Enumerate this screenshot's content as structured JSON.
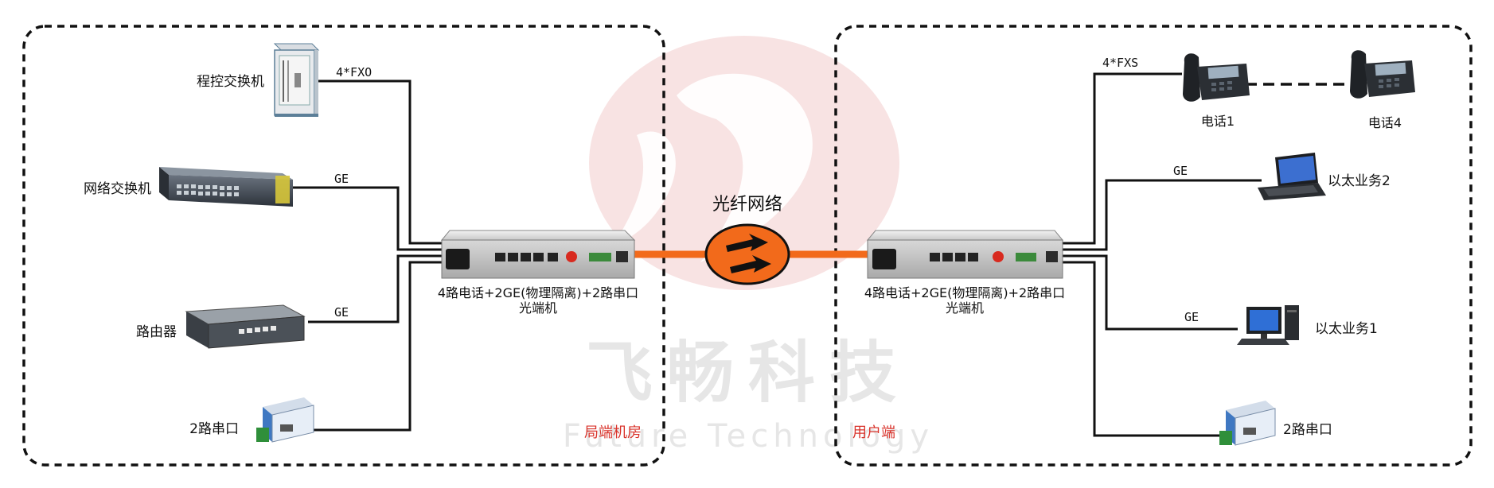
{
  "watermark": {
    "brand_cn": "飞畅科技",
    "brand_en": "Future Technology",
    "logo_color": "#f3d4d4"
  },
  "colors": {
    "fiber": "#f26a1b",
    "frame": "#111111",
    "zone_label": "#d9332b"
  },
  "network": {
    "label": "光纤网络",
    "icon": "fiber-network-arrows-icon"
  },
  "left_zone": {
    "name": "局端机房",
    "devices": [
      {
        "label": "程控交换机",
        "port": "4*FXO",
        "icon": "pbx-cabinet-icon"
      },
      {
        "label": "网络交换机",
        "port": "GE",
        "icon": "network-switch-icon"
      },
      {
        "label": "路由器",
        "port": "GE",
        "icon": "router-icon"
      },
      {
        "label": "2路串口",
        "port": "",
        "icon": "serial-converter-icon"
      }
    ],
    "converter": {
      "line1": "4路电话+2GE(物理隔离)+2路串口",
      "line2": "光端机"
    }
  },
  "right_zone": {
    "name": "用户端",
    "devices": [
      {
        "label": "电话1",
        "port": "4*FXS",
        "icon": "desk-phone-icon"
      },
      {
        "label": "电话4",
        "port": "",
        "icon": "desk-phone-icon"
      },
      {
        "label": "以太业务2",
        "port": "GE",
        "icon": "laptop-icon"
      },
      {
        "label": "以太业务1",
        "port": "GE",
        "icon": "desktop-computer-icon"
      },
      {
        "label": "2路串口",
        "port": "",
        "icon": "serial-converter-icon"
      }
    ],
    "converter": {
      "line1": "4路电话+2GE(物理隔离)+2路串口",
      "line2": "光端机"
    }
  }
}
